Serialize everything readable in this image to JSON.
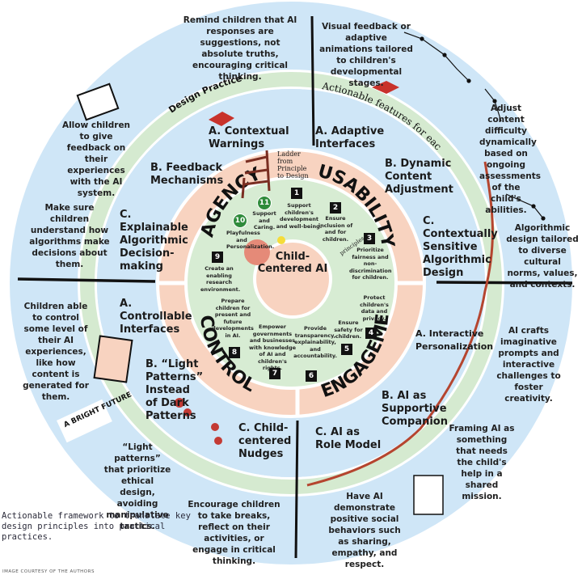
{
  "colors": {
    "outer_ring": "#cfe6f7",
    "design_band": "#d5ead0",
    "principle_ring": "#f8d3c0",
    "inner_disc": "#d7ecd3",
    "center": "#f8d3c0",
    "divider": "#111111",
    "badge_green": "#2f8b3b"
  },
  "center": {
    "label": "Child-Centered AI"
  },
  "annotations": {
    "design_practices": "Design Practices",
    "actionable_features": "Actionable features for each DESIGN EXAMPLE",
    "ladder": "Ladder from Principle to Design",
    "principles": "principles",
    "bright_future": "A BRIGHT FUTURE"
  },
  "pillars": [
    {
      "name": "AGENCY"
    },
    {
      "name": "USABILITY"
    },
    {
      "name": "CONTROL"
    },
    {
      "name": "ENGAGEMENT"
    }
  ],
  "principles": [
    {
      "num": "1",
      "text": "Support children's development and well-being."
    },
    {
      "num": "2",
      "text": "Ensure inclusion of and for children."
    },
    {
      "num": "3",
      "text": "Prioritize fairness and non-discrimination for children."
    },
    {
      "num": "4",
      "text": "Protect children's data and privacy."
    },
    {
      "num": "5",
      "text": "Ensure safety for children."
    },
    {
      "num": "6",
      "text": "Provide transparency, explainability, and accountability."
    },
    {
      "num": "7",
      "text": "Empower governments and businesses with knowledge of AI and children's rights."
    },
    {
      "num": "8",
      "text": "Prepare children for present and future developments in AI."
    },
    {
      "num": "9",
      "text": "Create an enabling research environment."
    },
    {
      "num": "10",
      "text": "Playfulness and Personalization."
    },
    {
      "num": "11",
      "text": "Support and Caring."
    }
  ],
  "practices": {
    "agency": [
      {
        "label": "A. Contextual Warnings",
        "desc": "Remind children that AI responses are suggestions, not absolute truths, encouraging critical thinking."
      },
      {
        "label": "B. Feedback Mechanisms",
        "desc": "Allow children to give feedback on their experiences with the AI system."
      },
      {
        "label": "C. Explainable Algorithmic Decision-making",
        "desc": "Make sure children understand how algorithms make decisions about them."
      }
    ],
    "usability": [
      {
        "label": "A. Adaptive Interfaces",
        "desc": "Visual feedback or adaptive animations tailored to children's developmental stages."
      },
      {
        "label": "B. Dynamic Content Adjustment",
        "desc": "Adjust content difficulty dynamically based on ongoing assessments of the child's abilities."
      },
      {
        "label": "C. Contextually Sensitive Algorithmic Design",
        "desc": "Algorithmic design tailored to diverse cultural norms, values, and contexts."
      }
    ],
    "control": [
      {
        "label": "A. Controllable Interfaces",
        "desc": "Children able to control some level of their AI experiences, like how content is generated for them."
      },
      {
        "label": "B. “Light Patterns” Instead of Dark Patterns",
        "desc": "“Light patterns” that prioritize ethical design, avoiding manipulative tactics."
      },
      {
        "label": "C. Child-centered Nudges",
        "desc": "Encourage children to take breaks, reflect on their activities, or engage in critical thinking."
      }
    ],
    "engagement": [
      {
        "label": "A. Interactive Personalization",
        "desc": "AI crafts imaginative prompts and interactive challenges to foster creativity."
      },
      {
        "label": "B. AI as Supportive Companion",
        "desc": "Framing AI as something that needs the child's help in a shared mission."
      },
      {
        "label": "C. AI as Role Model",
        "desc": "Have AI demonstrate positive social behaviors such as sharing, empathy, and respect."
      }
    ]
  },
  "caption": "Actionable framework to translate key design principles into practical practices.",
  "credit": "IMAGE COURTESY OF THE AUTHORS"
}
